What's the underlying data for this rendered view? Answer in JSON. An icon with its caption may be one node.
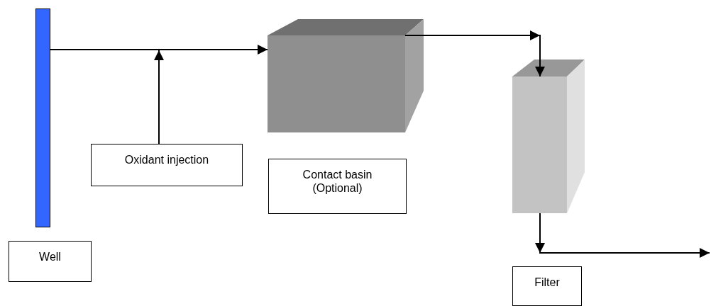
{
  "diagram": {
    "nodes": [
      {
        "text": [],
        "shape": "bar"
      },
      {
        "text": [],
        "shape": "box"
      },
      {
        "text": [],
        "shape": "box"
      },
      {
        "text": [
          "Oxidant injection"
        ]
      },
      {
        "text": [
          "Contact basin (Optional)"
        ]
      },
      {
        "text": [
          "Well"
        ]
      },
      {
        "text": [
          "Filter"
        ]
      }
    ],
    "edges": [
      {
        "from": 0,
        "to": 1,
        "arrow": "to"
      },
      {
        "from": 3,
        "to": null,
        "arrow": "to"
      },
      {
        "from": 1,
        "to": 2,
        "arrow": "to"
      },
      {
        "from": 2,
        "to": null,
        "arrow": "to"
      }
    ]
  }
}
